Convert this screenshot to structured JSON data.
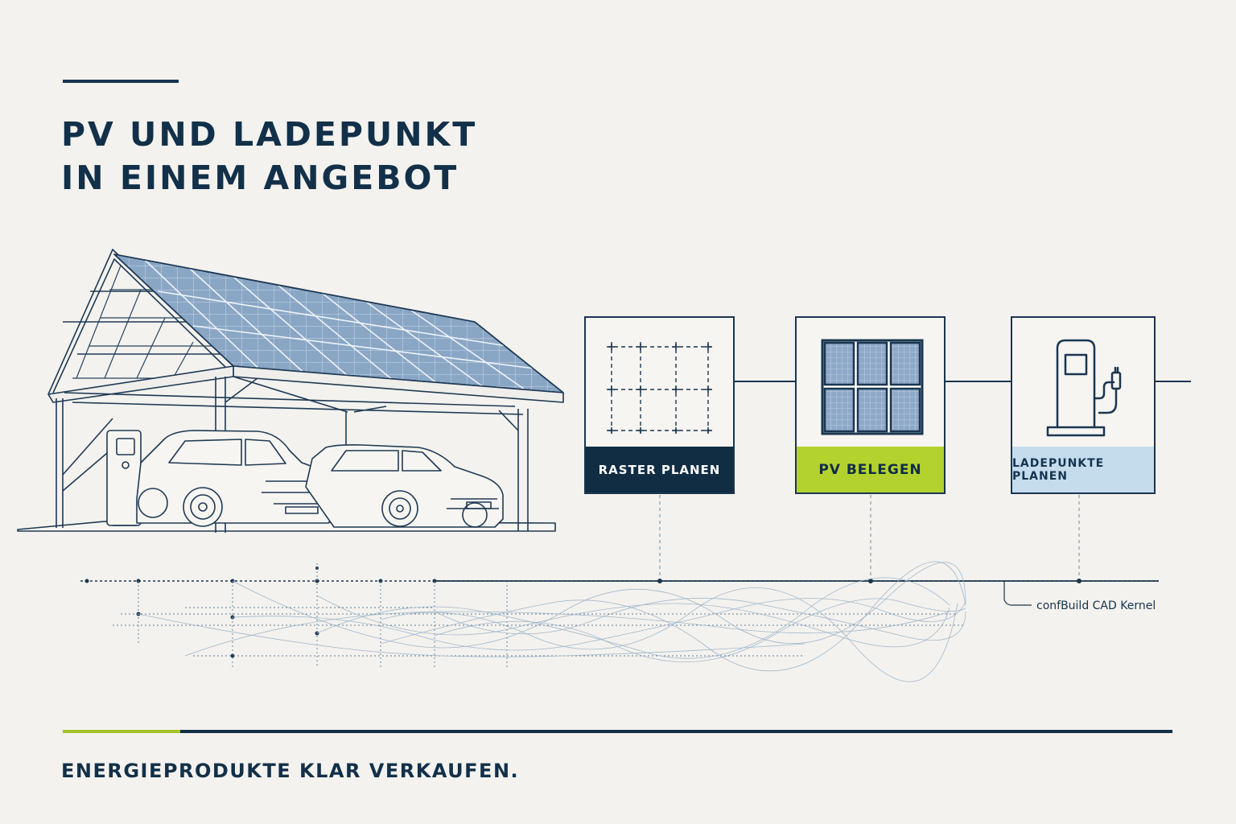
{
  "title": {
    "line1": "PV UND LADEPUNKT",
    "line2": "IN EINEM ANGEBOT"
  },
  "steps": [
    {
      "label": "RASTER PLANEN",
      "icon": "grid-icon"
    },
    {
      "label": "PV BELEGEN",
      "icon": "solar-panel-icon"
    },
    {
      "label": "LADEPUNKTE PLANEN",
      "icon": "charging-station-icon"
    }
  ],
  "kernel": {
    "label": "confBuild CAD Kernel"
  },
  "tagline": "ENERGIEPRODUKTE KLAR VERKAUFEN.",
  "colors": {
    "navy": "#102d44",
    "lime": "#b4d22e",
    "light_blue": "#c5dcec",
    "background": "#f4f2ee",
    "panel_blue": "#8ea8c6"
  }
}
